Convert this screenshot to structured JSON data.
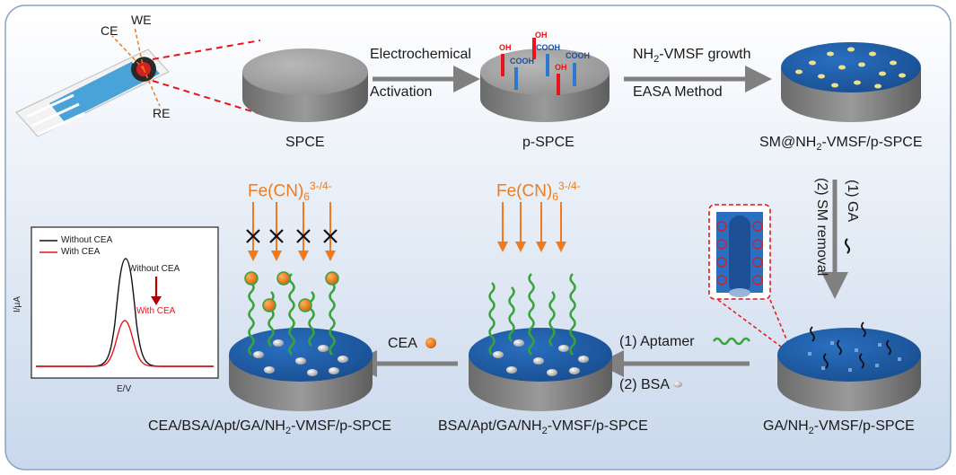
{
  "sensor": {
    "we": "WE",
    "ce": "CE",
    "re": "RE"
  },
  "steps": {
    "spce": "SPCE",
    "activation_line1": "Electrochemical",
    "activation_line2": "Activation",
    "pspce": "p-SPCE",
    "growth_line1": "NH2-VMSF growth",
    "growth_line2": "EASA Method",
    "sm_label": "SM@NH2-VMSF/p-SPCE",
    "ga_step": "(1) GA",
    "sm_removal": "(2) SM removal",
    "ga_label": "GA/NH2-VMSF/p-SPCE",
    "aptamer_step": "(1) Aptamer",
    "bsa_step": "(2) BSA",
    "bsa_label": "BSA/Apt/GA/NH2-VMSF/p-SPCE",
    "cea_step": "CEA",
    "cea_label": "CEA/BSA/Apt/GA/NH2-VMSF/p-SPCE",
    "probe_a": "Fe(CN)6 3-/4-",
    "probe_b": "Fe(CN)6 3-/4-"
  },
  "surface_groups": [
    "OH",
    "OH",
    "OH",
    "COOH",
    "COOH",
    "COOH"
  ],
  "inset_plot": {
    "legend": [
      "Without CEA",
      "With CEA"
    ],
    "annotation_top": "Without CEA",
    "annotation_bottom": "With CEA",
    "ylabel": "I/μA",
    "xlabel": "E/V",
    "colors": {
      "without": "#111111",
      "with": "#e8141b"
    }
  },
  "colors": {
    "background_top": "#ffffff",
    "background_bottom": "#c9d8ec",
    "electrode_blue": "#1f5fa8",
    "arrow_gray": "#808080",
    "probe_orange": "#f07a1c",
    "aptamer_green": "#37a33a",
    "dashed_red": "#e8141b"
  }
}
